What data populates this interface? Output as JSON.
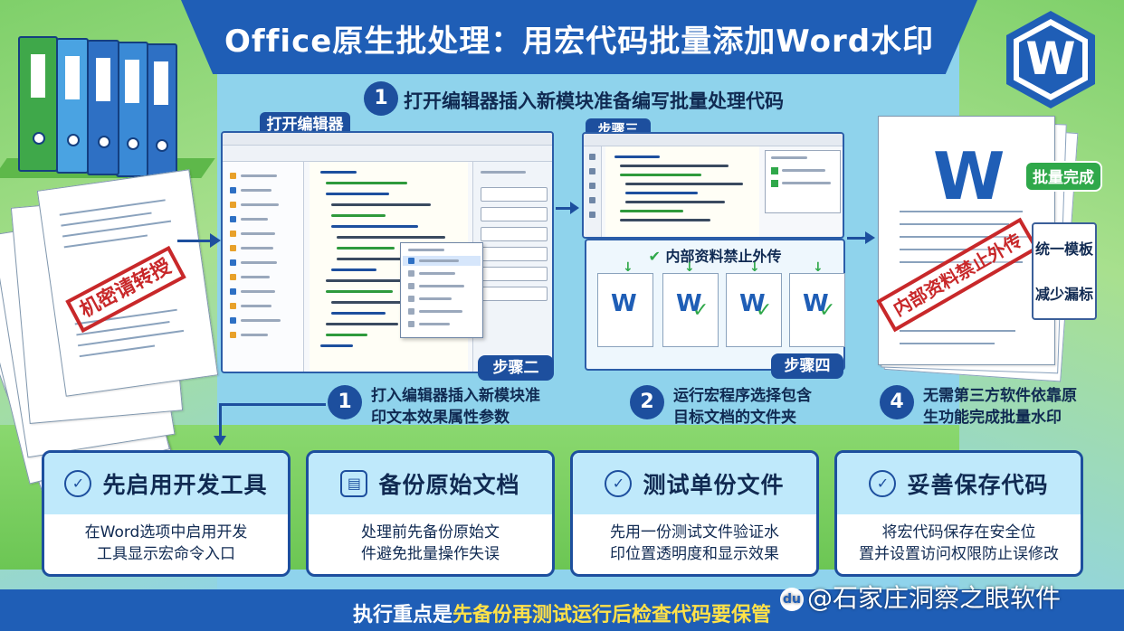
{
  "title": "Office原生批处理：用宏代码批量添加Word水印",
  "logo_letter": "W",
  "top_step": {
    "number": "1",
    "text": "打开编辑器插入新模块准备编写批量处理代码"
  },
  "panels": {
    "editor_left_tag": "打开编辑器",
    "editor_left_bottom_tag": "步骤二",
    "editor_mid_tag": "步骤三",
    "editor_mid_bottom_tag": "步骤四",
    "preview_caption": "内部资料禁止外传",
    "done_tag": "批量完成"
  },
  "stamps": {
    "left_paper": "机密请转授",
    "big_doc": "内部资料禁止外传"
  },
  "side_cards": [
    "统一模板",
    "减少漏标"
  ],
  "mid_steps": [
    {
      "number": "1",
      "line1": "打入编辑器插入新模块准",
      "line2": "印文本效果属性参数"
    },
    {
      "number": "2",
      "line1": "运行宏程序选择包含",
      "line2": "目标文档的文件夹"
    },
    {
      "number": "4",
      "line1": "无需第三方软件依靠原",
      "line2": "生功能完成批量水印"
    }
  ],
  "tips": [
    {
      "icon": "check-circle-icon",
      "icon_glyph": "✓",
      "title": "先启用开发工具",
      "line1": "在Word选项中启用开发",
      "line2": "工具显示宏命令入口"
    },
    {
      "icon": "backup-icon",
      "icon_glyph": "▤",
      "title": "备份原始文档",
      "line1": "处理前先备份原始文",
      "line2": "件避免批量操作失误"
    },
    {
      "icon": "check-circle-icon",
      "icon_glyph": "✓",
      "title": "测试单份文件",
      "line1": "先用一份测试文件验证水",
      "line2": "印位置透明度和显示效果"
    },
    {
      "icon": "check-circle-icon",
      "icon_glyph": "✓",
      "title": "妥善保存代码",
      "line1": "将宏代码保存在安全位",
      "line2": "置并设置访问权限防止误修改"
    }
  ],
  "bottom": {
    "prefix": "执行重点是",
    "emphasis": "先备份再测试运行后检查代码要保管"
  },
  "watermark": "@石家庄洞察之眼软件",
  "colors": {
    "primary": "#1f5eb6",
    "dark_navy": "#102a52",
    "light_blue": "#8fd3ec",
    "green": "#6cc654",
    "stamp_red": "#c8282a",
    "check_green": "#2fa84a"
  }
}
